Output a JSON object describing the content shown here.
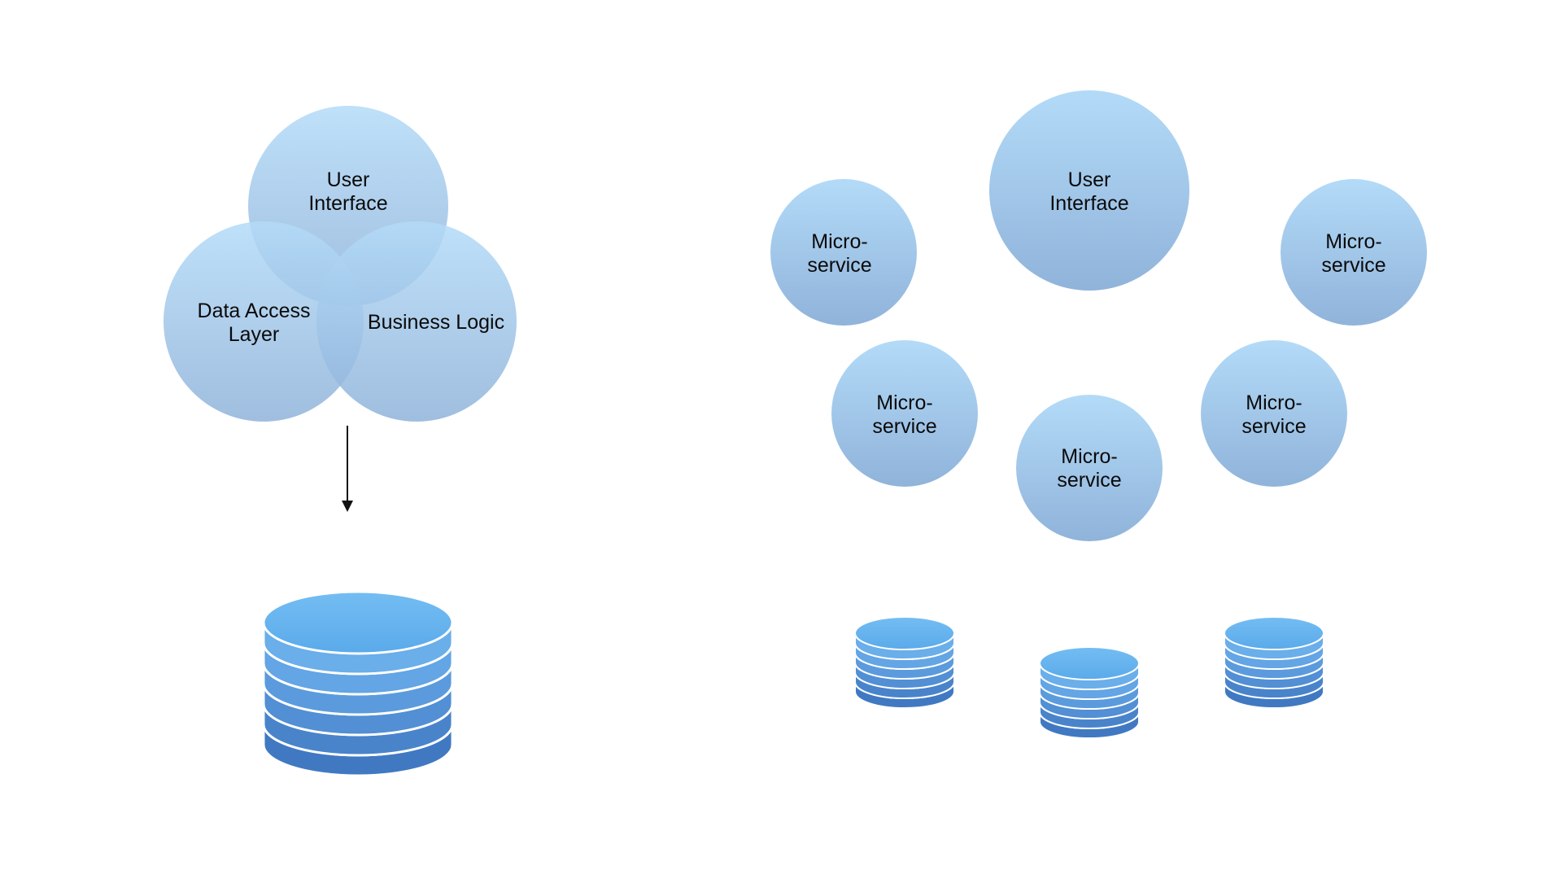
{
  "colors": {
    "bubble_top": "#b3dbf8",
    "bubble_bottom": "#90b3da",
    "db_top": "#6ab6f0",
    "db_bottom": "#3a78c0",
    "arrow": "#111111"
  },
  "monolith": {
    "user_interface": {
      "line1": "User",
      "line2": "Interface"
    },
    "data_access": {
      "line1": "Data Access",
      "line2": "Layer"
    },
    "business_logic": {
      "line1": "Business Logic"
    }
  },
  "microservices_view": {
    "user_interface": {
      "line1": "User",
      "line2": "Interface"
    },
    "service_1": {
      "line1": "Micro-",
      "line2": "service"
    },
    "service_2": {
      "line1": "Micro-",
      "line2": "service"
    },
    "service_3": {
      "line1": "Micro-",
      "line2": "service"
    },
    "service_4": {
      "line1": "Micro-",
      "line2": "service"
    },
    "service_5": {
      "line1": "Micro-",
      "line2": "service"
    }
  }
}
